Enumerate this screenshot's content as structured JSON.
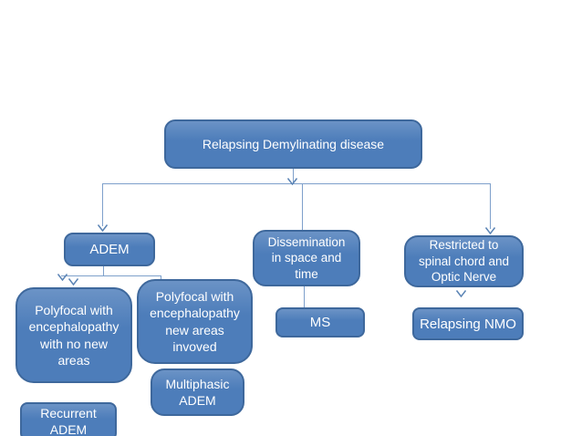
{
  "diagram_title": "Relapsing Demylinating disease flowchart",
  "colors": {
    "node_fill": "#4d7dba",
    "node_fill_light": "#6b93c6",
    "node_border": "#3e689c",
    "node_text": "#ffffff",
    "connector": "#7ea0cb",
    "arrowhead": "#5b84b5",
    "background": "#ffffff"
  },
  "nodes": {
    "root": {
      "label": "Relapsing Demylinating disease"
    },
    "adem": {
      "label": "ADEM"
    },
    "dissemination": {
      "label": "Dissemination\nin space and\ntime"
    },
    "restricted": {
      "label": "Restricted to\nspinal chord and\nOptic Nerve"
    },
    "polyfocal_no_new": {
      "label": "Polyfocal with\nencephalopathy\nwith no new\nareas"
    },
    "polyfocal_new": {
      "label": "Polyfocal with\nencephalopathy\nnew areas\ninvoved"
    },
    "recurrent": {
      "label": "Recurrent\nADEM"
    },
    "multiphasic": {
      "label": "Multiphasic\nADEM"
    },
    "ms": {
      "label": "MS"
    },
    "relapsing_nmo": {
      "label": "Relapsing NMO"
    }
  }
}
